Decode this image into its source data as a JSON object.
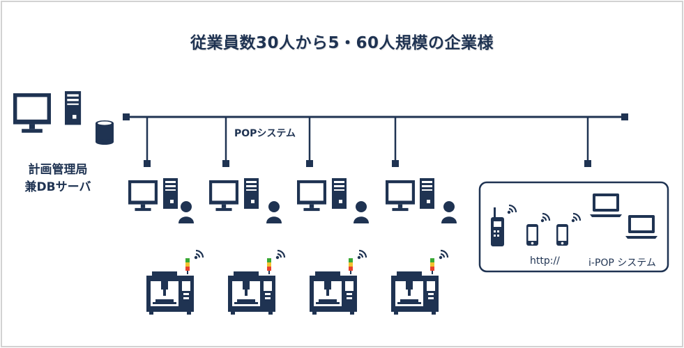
{
  "title": "従業員数30人から5・60人規模の企業様",
  "server": {
    "label_line1": "計画管理局",
    "label_line2": "兼DBサーバ"
  },
  "network": {
    "label": "POPシステム"
  },
  "mobile": {
    "http_label": "http://",
    "ipop_label": "i-POP システム"
  },
  "colors": {
    "navy": "#1f3352",
    "signal_red": "#e8412c",
    "signal_yellow": "#f2c12e",
    "signal_green": "#3aa935",
    "frame": "#d2d2d2"
  },
  "icons": [
    "desktop-computer-icon",
    "tower-case-icon",
    "database-icon",
    "user-icon",
    "machine-tool-icon",
    "signal-tower-icon",
    "wifi-icon",
    "cordless-phone-icon",
    "smartphone-icon",
    "laptop-icon"
  ]
}
